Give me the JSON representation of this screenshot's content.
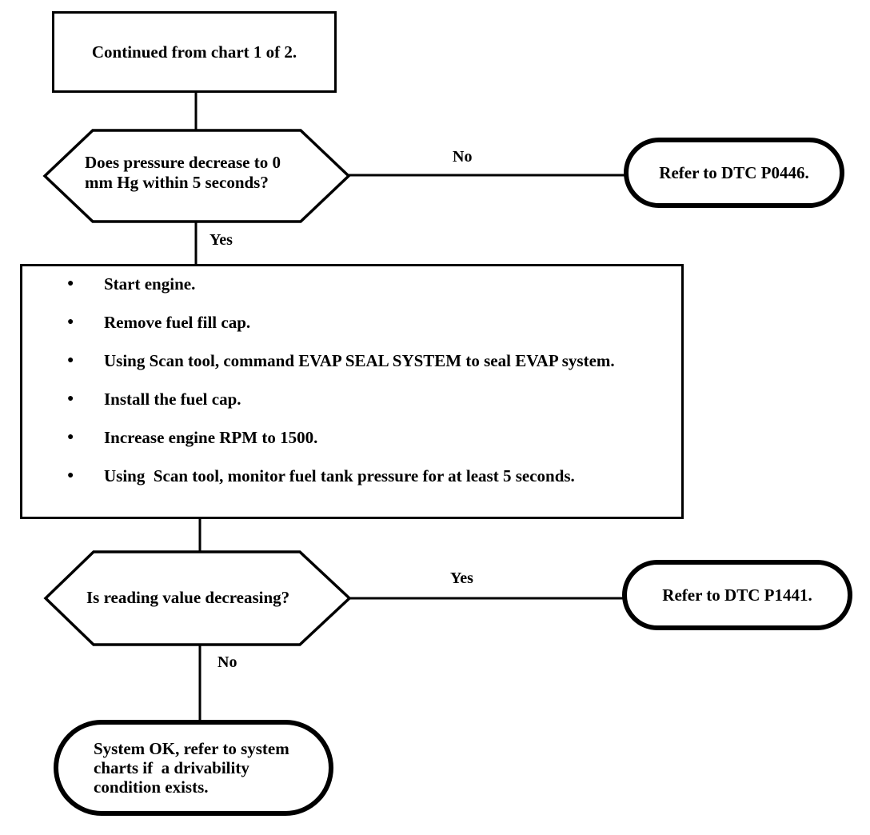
{
  "flowchart": {
    "start_box": {
      "label": "Continued from chart 1 of 2."
    },
    "decision_pressure": {
      "question": "Does pressure decrease to 0\nmm Hg within 5 seconds?",
      "no_label": "No",
      "yes_label": "Yes"
    },
    "terminal_p0446": {
      "label": "Refer to DTC P0446."
    },
    "procedure_box": {
      "bullet_char": "●",
      "items": [
        "Start engine.",
        "Remove fuel fill cap.",
        "Using Scan tool, command EVAP SEAL SYSTEM to seal EVAP system.",
        "Install the fuel cap.",
        "Increase engine RPM to 1500.",
        "Using  Scan tool, monitor fuel tank pressure for at least 5 seconds."
      ]
    },
    "decision_reading": {
      "question": "Is reading value decreasing?",
      "yes_label": "Yes",
      "no_label": "No"
    },
    "terminal_p1441": {
      "label": "Refer to DTC P1441."
    },
    "terminal_system_ok": {
      "label": "System OK, refer to system\ncharts if  a drivability\ncondition exists."
    }
  },
  "colors": {
    "ink": "#000000",
    "paper": "#ffffff"
  }
}
